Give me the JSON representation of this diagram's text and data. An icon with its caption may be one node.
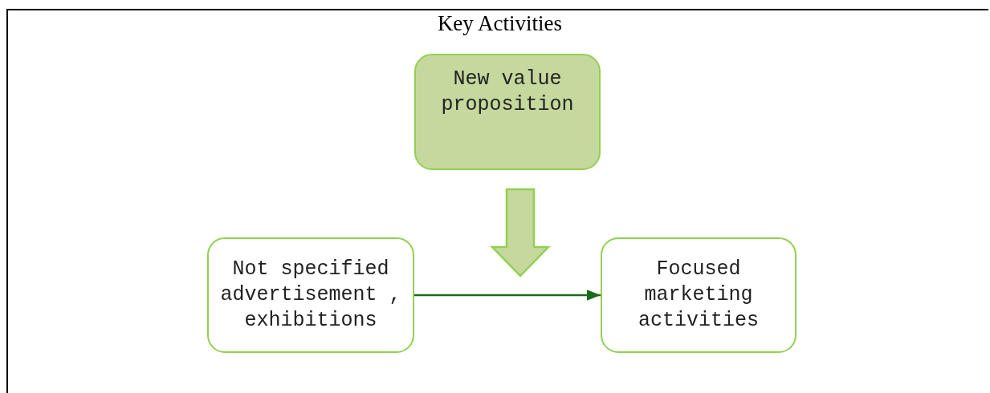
{
  "diagram": {
    "title": "Key Activities",
    "nodes": [
      {
        "text": [
          "New value proposition"
        ]
      },
      {
        "text": [
          "Not specified advertisement , exhibitions"
        ]
      },
      {
        "text": [
          "Focused marketing activities"
        ]
      }
    ],
    "edges": [
      {
        "from": 0,
        "to": null,
        "arrow": "to",
        "style": "thick",
        "color": "#c5d89d"
      },
      {
        "from": 1,
        "to": 2,
        "arrow": "to",
        "color": "#1a6b1a"
      }
    ]
  }
}
